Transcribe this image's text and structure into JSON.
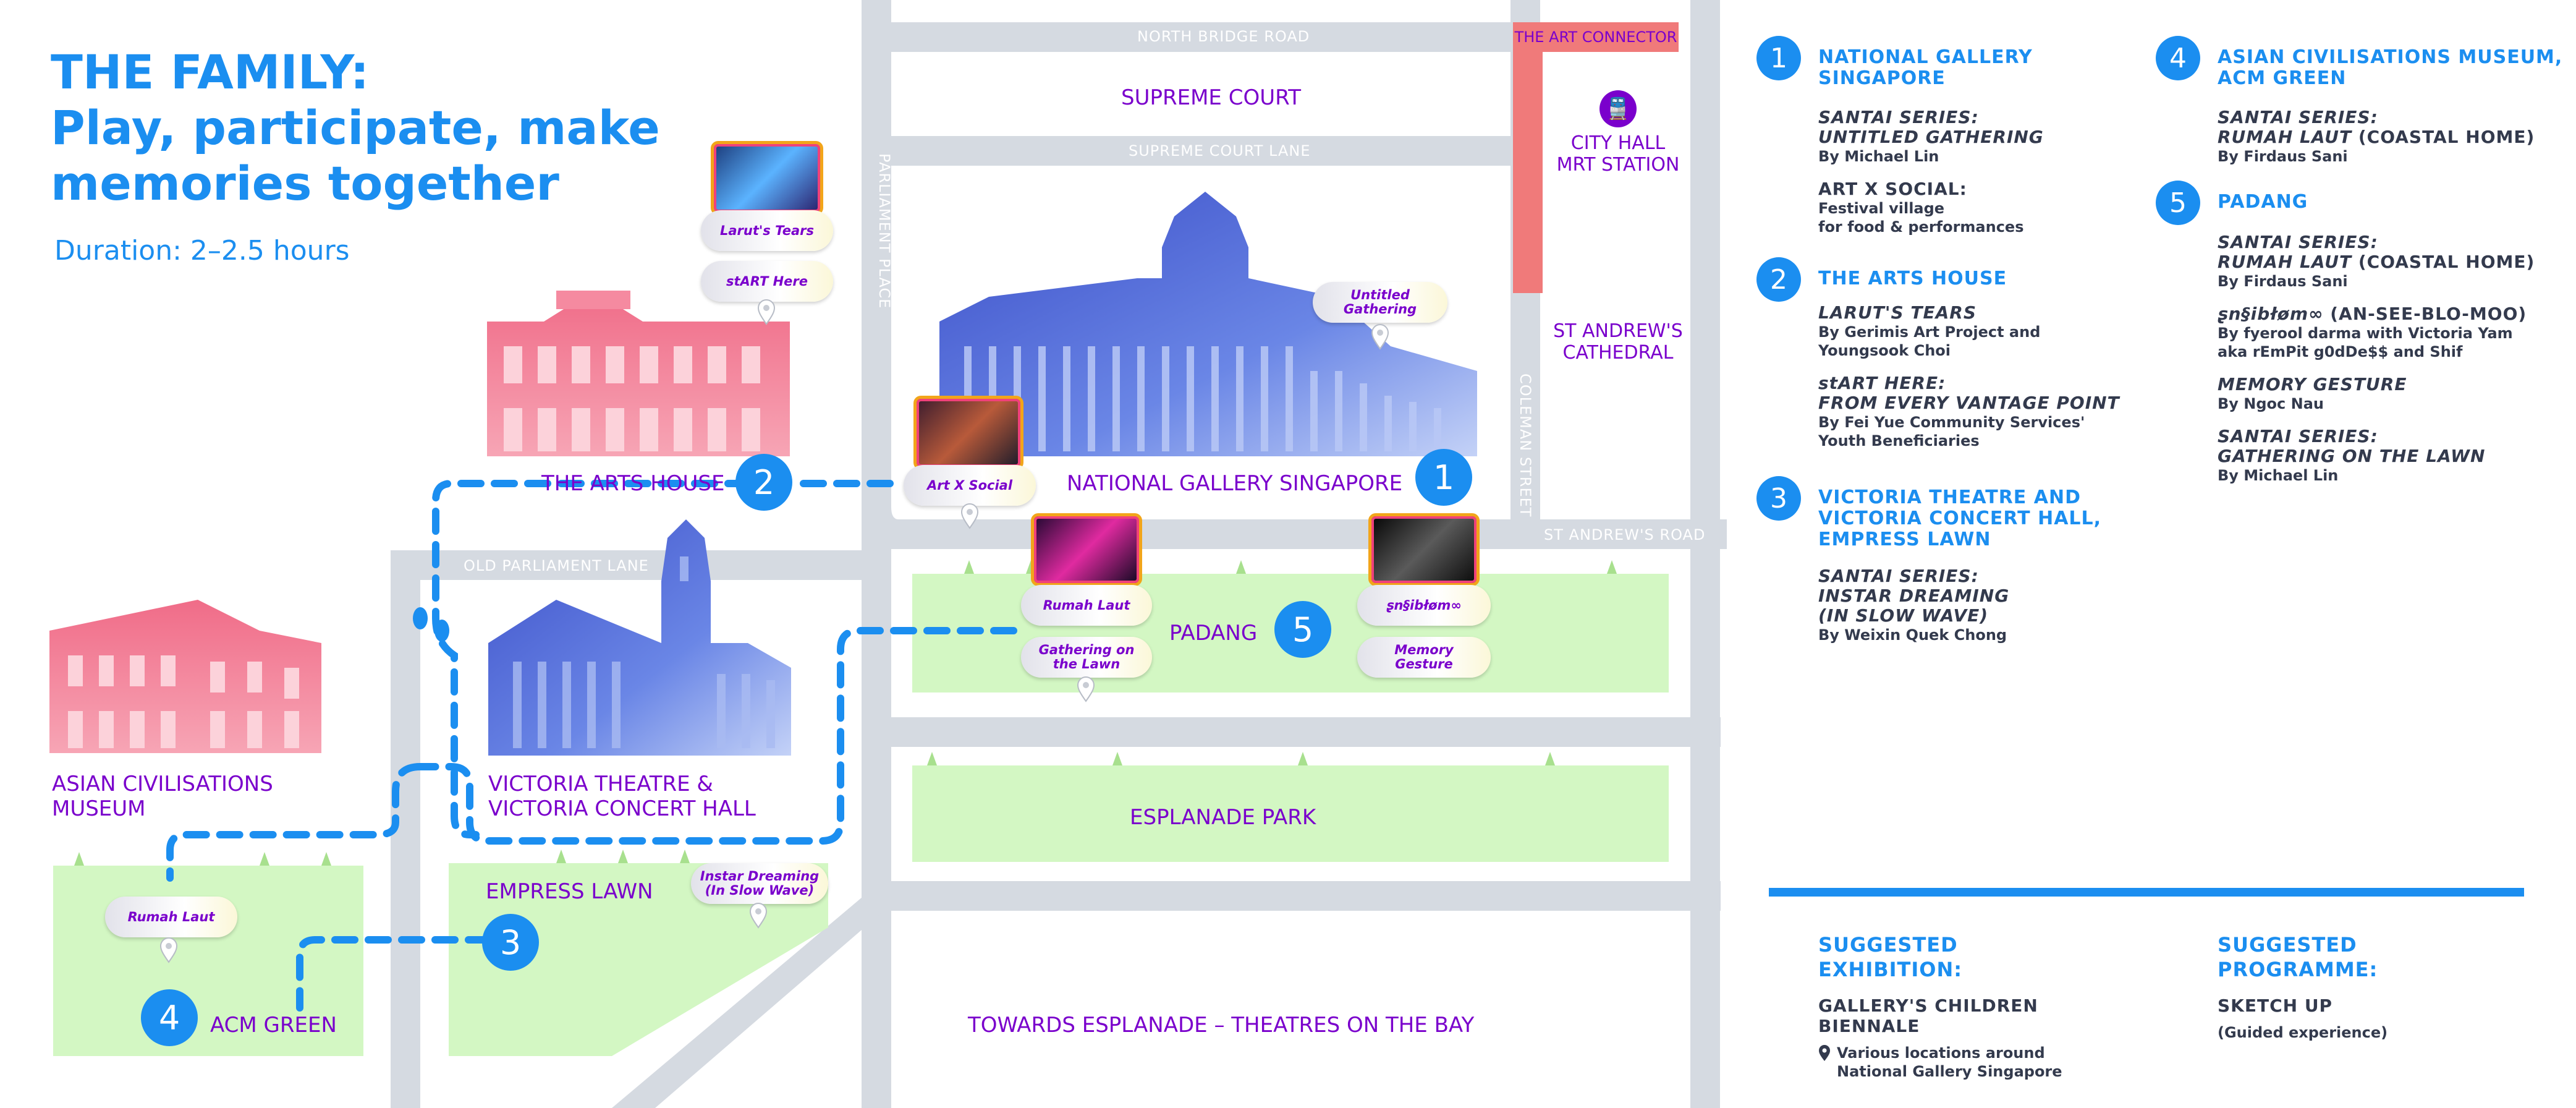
{
  "header": {
    "title_line1": "THE FAMILY:",
    "title_line2": "Play, participate, make",
    "title_line3": "memories together",
    "duration": "Duration: 2–2.5 hours"
  },
  "roads": {
    "north_bridge": "NORTH BRIDGE ROAD",
    "supreme_court_lane": "SUPREME COURT LANE",
    "parliament_place": "PARLIAMENT PLACE",
    "coleman_street": "COLEMAN STREET",
    "st_andrews_road": "ST ANDREW'S ROAD",
    "old_parliament_lane": "OLD PARLIAMENT LANE"
  },
  "places": {
    "art_connector": "THE ART CONNECTOR",
    "supreme_court": "SUPREME COURT",
    "city_hall_line1": "CITY HALL",
    "city_hall_line2": "MRT STATION",
    "st_andrews_line1": "ST ANDREW'S",
    "st_andrews_line2": "CATHEDRAL",
    "arts_house": "THE ARTS HOUSE",
    "national_gallery": "NATIONAL GALLERY SINGAPORE",
    "padang": "PADANG",
    "acm_line1": "ASIAN CIVILISATIONS",
    "acm_line2": "MUSEUM",
    "victoria_line1": "VICTORIA THEATRE &",
    "victoria_line2": "VICTORIA CONCERT HALL",
    "esplanade_park": "ESPLANADE PARK",
    "empress_lawn": "EMPRESS LAWN",
    "acm_green": "ACM GREEN",
    "towards_esplanade": "TOWARDS ESPLANADE – THEATRES ON THE BAY"
  },
  "stops": {
    "s1": "1",
    "s2": "2",
    "s3": "3",
    "s4": "4",
    "s5": "5"
  },
  "pills": {
    "laruts_tears": "Larut's Tears",
    "start_here": "stART Here",
    "untitled_line1": "Untitled",
    "untitled_line2": "Gathering",
    "art_x_social": "Art X Social",
    "rumah_laut_padang": "Rumah Laut",
    "gathering_line1": "Gathering on",
    "gathering_line2": "the Lawn",
    "ansiblom": "ʂn§ibłøm∞",
    "memory_line1": "Memory",
    "memory_line2": "Gesture",
    "instar_line1": "Instar Dreaming",
    "instar_line2": "(In Slow Wave)",
    "rumah_laut_acm": "Rumah Laut"
  },
  "sidebar": {
    "col1": {
      "v1": {
        "num": "1",
        "head_line1": "NATIONAL GALLERY",
        "head_line2": "SINGAPORE",
        "items": [
          {
            "t1": "SANTAI SERIES:",
            "t2": "UNTITLED GATHERING",
            "by1": "By Michael Lin"
          },
          {
            "t1": "ART X SOCIAL:",
            "by1": "Festival village",
            "by2": "for food & performances"
          }
        ]
      },
      "v2": {
        "num": "2",
        "head_line1": "THE ARTS HOUSE",
        "items": [
          {
            "t1": "LARUT'S TEARS",
            "by1": "By Gerimis Art Project and",
            "by2": "Youngsook Choi"
          },
          {
            "t1": "stART HERE:",
            "t2": "FROM EVERY VANTAGE POINT",
            "by1": "By Fei Yue Community Services'",
            "by2": "Youth Beneficiaries"
          }
        ]
      },
      "v3": {
        "num": "3",
        "head_line1": "VICTORIA THEATRE AND",
        "head_line2": "VICTORIA CONCERT HALL,",
        "head_line3": "EMPRESS LAWN",
        "items": [
          {
            "t1": "SANTAI SERIES:",
            "t2": "INSTAR DREAMING",
            "t3": "(IN SLOW WAVE)",
            "by1": "By Weixin Quek Chong"
          }
        ]
      }
    },
    "col2": {
      "v4": {
        "num": "4",
        "head_line1": "ASIAN CIVILISATIONS MUSEUM,",
        "head_line2": "ACM GREEN",
        "items": [
          {
            "t1": "SANTAI SERIES:",
            "t2": "RUMAH LAUT",
            "t2_plain": " (COASTAL HOME)",
            "by1": "By Firdaus Sani"
          }
        ]
      },
      "v5": {
        "num": "5",
        "head_line1": "PADANG",
        "items": [
          {
            "t1": "SANTAI SERIES:",
            "t2": "RUMAH LAUT",
            "t2_plain": " (COASTAL HOME)",
            "by1": "By Firdaus Sani"
          },
          {
            "t1": "ʂn§ibłøm∞",
            "t1_plain": " (AN-SEE-BLO-MOO)",
            "by1": "By fyerool darma with Victoria Yam",
            "by2": "aka rEmPit g0dDe$$ and Shif"
          },
          {
            "t1": "MEMORY GESTURE",
            "by1": "By Ngoc Nau"
          },
          {
            "t1": "SANTAI SERIES:",
            "t2": "GATHERING ON THE LAWN",
            "by1": "By Michael Lin"
          }
        ]
      }
    },
    "suggested": {
      "exhibition_head1": "SUGGESTED",
      "exhibition_head2": "EXHIBITION:",
      "exhibition_title": "GALLERY'S CHILDREN BIENNALE",
      "exhibition_note1": "Various locations around",
      "exhibition_note2": "National Gallery Singapore",
      "programme_head1": "SUGGESTED",
      "programme_head2": "PROGRAMME:",
      "programme_title": "SKETCH UP",
      "programme_note": "(Guided experience)"
    }
  },
  "colors": {
    "accent_blue": "#1b8ef0",
    "label_purple": "#7a00cc",
    "road_grey": "#d5dae1",
    "lawn_green": "#d3f7c3",
    "building_pink": "#f0607e",
    "building_blue": "#4a63d8",
    "connector_red": "#f07a7a"
  },
  "icons": [
    "mrt-train-icon",
    "map-pin-icon",
    "location-pin-icon"
  ]
}
